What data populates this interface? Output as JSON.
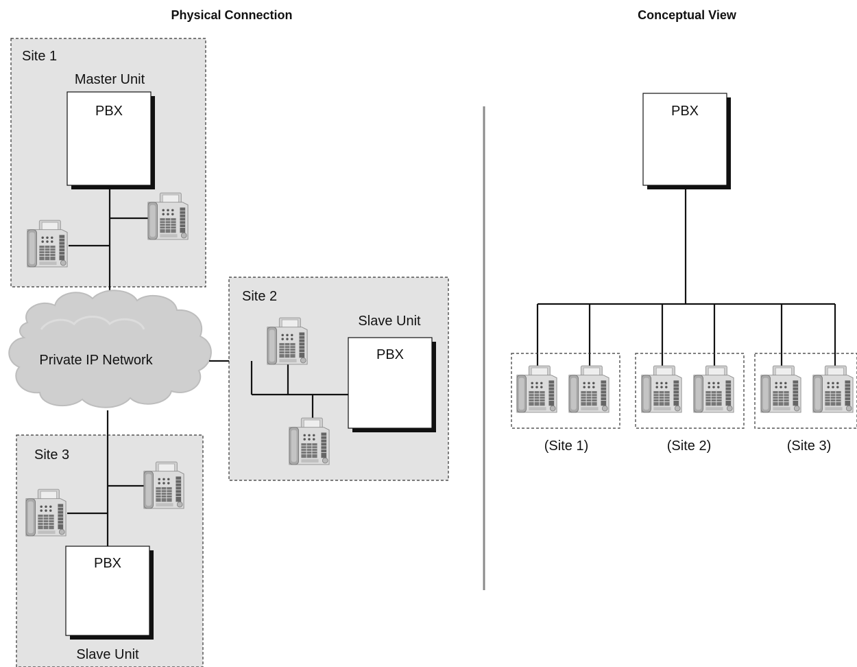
{
  "physical": {
    "heading": "Physical Connection",
    "site1": {
      "label": "Site 1",
      "unit_label": "Master Unit",
      "pbx_label": "PBX"
    },
    "site2": {
      "label": "Site 2",
      "unit_label": "Slave Unit",
      "pbx_label": "PBX"
    },
    "site3": {
      "label": "Site 3",
      "unit_label": "Slave Unit",
      "pbx_label": "PBX"
    },
    "network_label": "Private IP Network"
  },
  "conceptual": {
    "heading": "Conceptual View",
    "pbx_label": "PBX",
    "groups": [
      "(Site 1)",
      "(Site 2)",
      "(Site 3)"
    ]
  },
  "icons": {
    "phone": "desk-phone-icon",
    "cloud": "network-cloud-icon"
  }
}
